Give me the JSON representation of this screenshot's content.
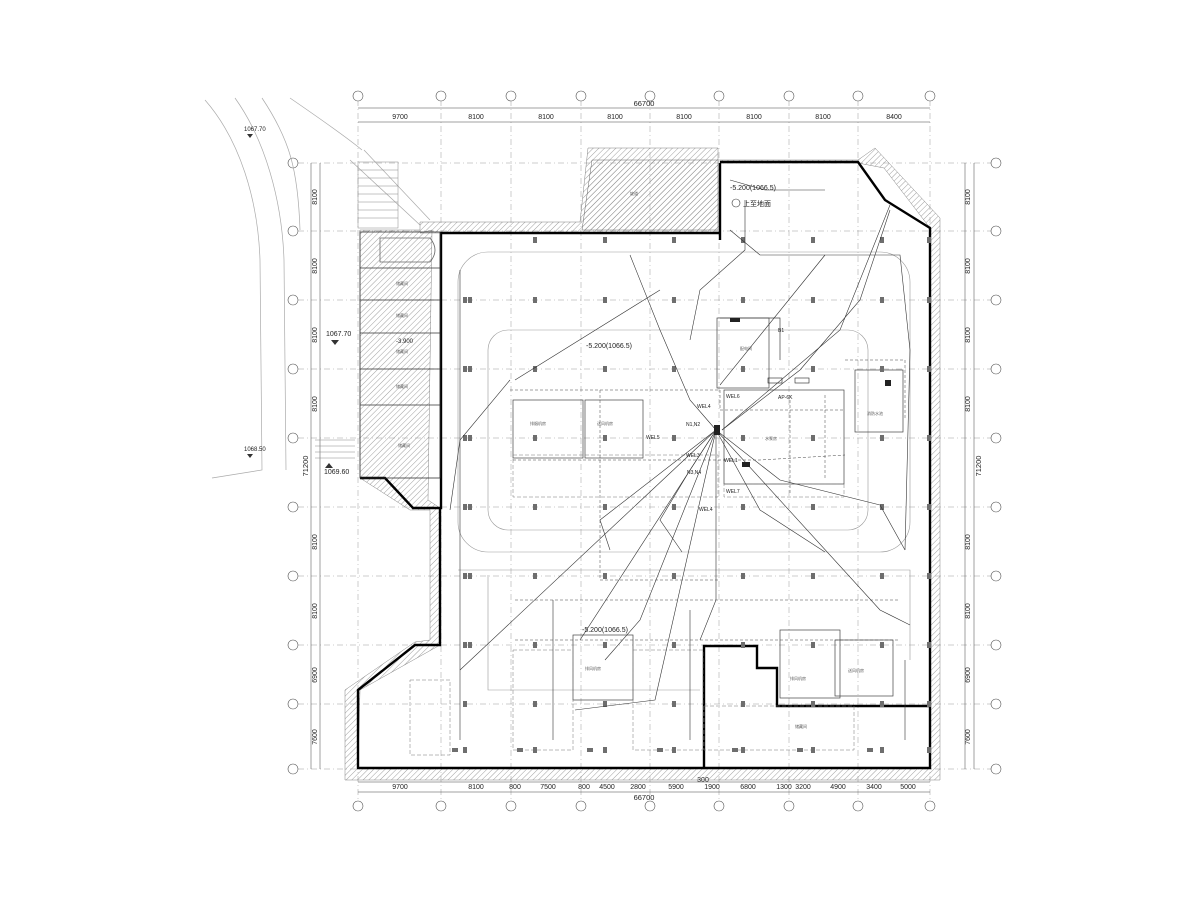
{
  "drawing": {
    "top_dimensions": {
      "total": "66700",
      "segments": [
        "9700",
        "8100",
        "8100",
        "8100",
        "8100",
        "8100",
        "8100",
        "8400"
      ]
    },
    "bottom_dimensions": {
      "total": "66700",
      "segments": [
        "9700",
        "8100",
        "800",
        "7500",
        "800",
        "4500",
        "2800",
        "5900",
        "300",
        "1900",
        "6800",
        "1300",
        "3200",
        "4900",
        "3400",
        "5000"
      ]
    },
    "left_dimensions": {
      "total": "71200",
      "segments": [
        "8100",
        "8100",
        "8100",
        "8100",
        "8100",
        "8100",
        "6900",
        "7600"
      ]
    },
    "right_dimensions": {
      "total": "71200",
      "segments": [
        "8100",
        "8100",
        "8100",
        "8100",
        "8100",
        "8100",
        "6900",
        "7600"
      ]
    },
    "elevations": {
      "site_a": "1067.70",
      "site_b": "1067.70",
      "site_c": "1068.50",
      "site_d": "1069.60",
      "floor_top": "-5.200(1066.5)",
      "floor_center": "-5.200(1066.5)",
      "floor_bottom": "-5.200(1066.5)",
      "stair_level": "-3.900"
    },
    "labels": {
      "ramp": "上至地面",
      "panel_ap": "AP-6K",
      "panel_b": "B1"
    },
    "circuits": [
      "WEL4",
      "WEL6",
      "WEL5",
      "N1,N2",
      "WEL3",
      "N3,N4",
      "WEL1",
      "WEL7",
      "WEL4"
    ],
    "colors": {
      "line": "#333333",
      "wall": "#000000",
      "hatch": "#8a8a8a",
      "column": "#6e6e6e"
    }
  }
}
